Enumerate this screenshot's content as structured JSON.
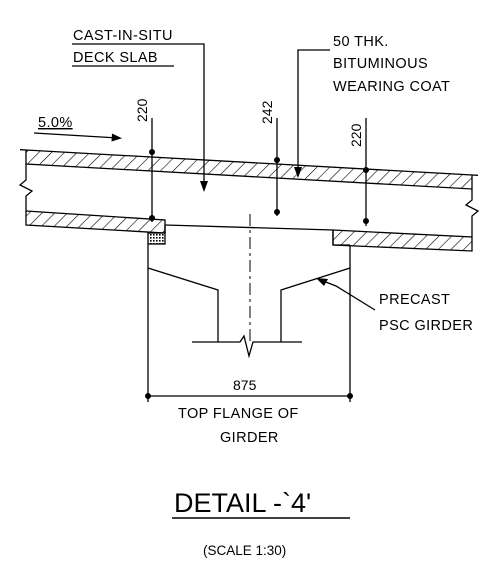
{
  "labels": {
    "deck_slab_line1": "CAST-IN-SITU",
    "deck_slab_line2": "DECK SLAB",
    "wearing_coat_line1": "50 THK.",
    "wearing_coat_line2": "BITUMINOUS",
    "wearing_coat_line3": "WEARING COAT",
    "girder_line1": "PRECAST",
    "girder_line2": "PSC GIRDER",
    "flange_line1": "TOP FLANGE OF",
    "flange_line2": "GIRDER"
  },
  "slope": "5.0%",
  "dimensions": {
    "left_depth": "220",
    "mid_depth": "242",
    "right_depth": "220",
    "flange_width": "875"
  },
  "title": "DETAIL -`4'",
  "scale": "(SCALE 1:30)"
}
